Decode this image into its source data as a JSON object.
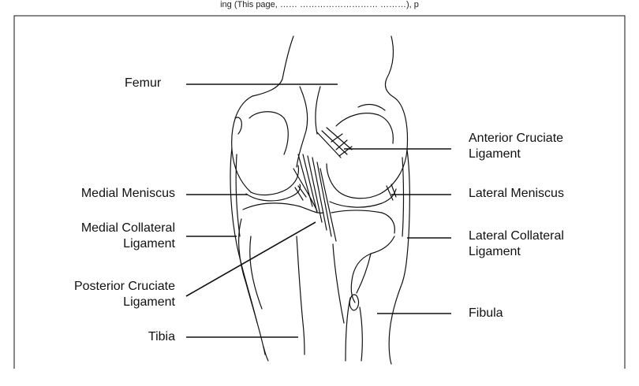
{
  "caption": "ing (This page, …… ……………………… ………), p",
  "labels": {
    "femur": "Femur",
    "medial_meniscus": "Medial Meniscus",
    "medial_collateral_1": "Medial Collateral",
    "medial_collateral_2": "Ligament",
    "posterior_cruciate_1": "Posterior Cruciate",
    "posterior_cruciate_2": "Ligament",
    "tibia": "Tibia",
    "anterior_cruciate_1": "Anterior Cruciate",
    "anterior_cruciate_2": "Ligament",
    "lateral_meniscus": "Lateral Meniscus",
    "lateral_collateral_1": "Lateral Collateral",
    "lateral_collateral_2": "Ligament",
    "fibula": "Fibula"
  },
  "colors": {
    "line": "#111111",
    "background": "#ffffff"
  }
}
